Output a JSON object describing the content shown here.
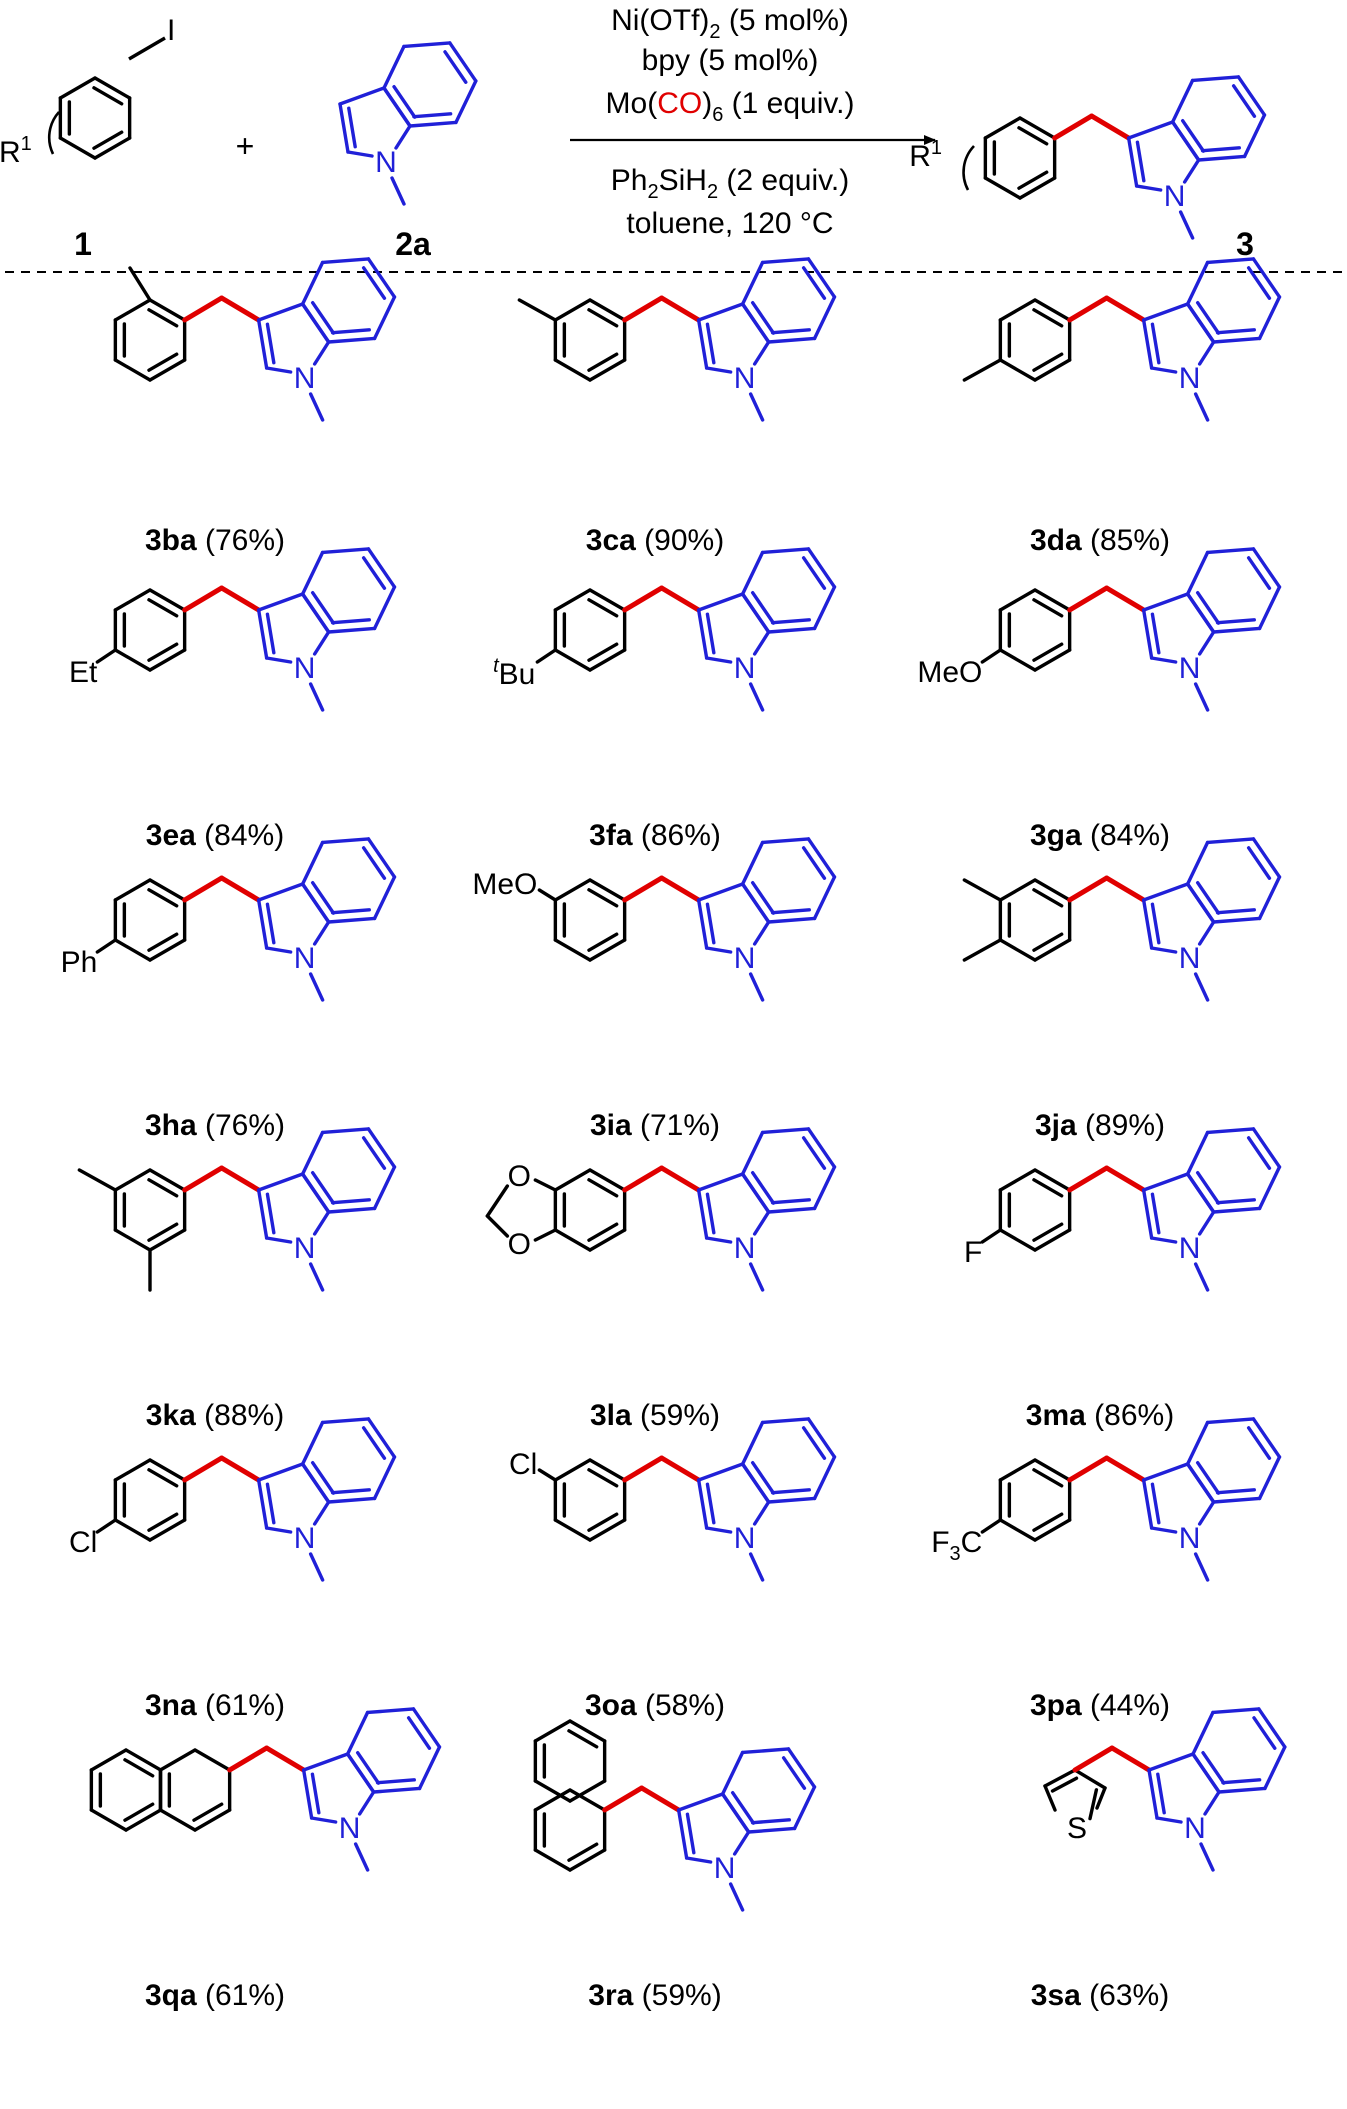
{
  "colors": {
    "bond": "#000000",
    "indole": "#2020d8",
    "new_bond": "#e00000",
    "co_highlight": "#e00000"
  },
  "scheme": {
    "reagent_1_label": "1",
    "reagent_2_label": "2a",
    "product_label": "3",
    "plus": "+",
    "substituent_r1": "R",
    "substituent_r1_sup": "1",
    "iodo": "I",
    "nitrogen": "N",
    "conditions": {
      "line1_main": "Ni(OTf)",
      "line1_sub": "2",
      "line1_tail": " (5 mol%)",
      "line2": "bpy (5 mol%)",
      "line3_pre": "Mo(",
      "line3_co": "CO",
      "line3_post": ")",
      "line3_sub": "6",
      "line3_tail": " (1 equiv.)",
      "line4_a": "Ph",
      "line4_sub1": "2",
      "line4_b": "SiH",
      "line4_sub2": "2",
      "line4_tail": " (2 equiv.)",
      "line5": "toluene, 120 °C"
    }
  },
  "products": [
    {
      "id": "3ba",
      "yield": "(76%)"
    },
    {
      "id": "3ca",
      "yield": "(90%)"
    },
    {
      "id": "3da",
      "yield": "(85%)"
    },
    {
      "id": "3ea",
      "yield": "(84%)",
      "label": "Et"
    },
    {
      "id": "3fa",
      "yield": "(86%)",
      "label_sup": "t",
      "label": "Bu"
    },
    {
      "id": "3ga",
      "yield": "(84%)",
      "label": "MeO"
    },
    {
      "id": "3ha",
      "yield": "(76%)",
      "label": "Ph"
    },
    {
      "id": "3ia",
      "yield": "(71%)",
      "label": "MeO"
    },
    {
      "id": "3ja",
      "yield": "(89%)"
    },
    {
      "id": "3ka",
      "yield": "(88%)"
    },
    {
      "id": "3la",
      "yield": "(59%)",
      "label": "O",
      "label2": "O"
    },
    {
      "id": "3ma",
      "yield": "(86%)",
      "label": "F"
    },
    {
      "id": "3na",
      "yield": "(61%)",
      "label": "Cl"
    },
    {
      "id": "3oa",
      "yield": "(58%)",
      "label": "Cl"
    },
    {
      "id": "3pa",
      "yield": "(44%)",
      "label": "F",
      "label_sub": "3",
      "label_tail": "C"
    },
    {
      "id": "3qa",
      "yield": "(61%)"
    },
    {
      "id": "3ra",
      "yield": "(59%)"
    },
    {
      "id": "3sa",
      "yield": "(63%)",
      "label": "S"
    }
  ]
}
